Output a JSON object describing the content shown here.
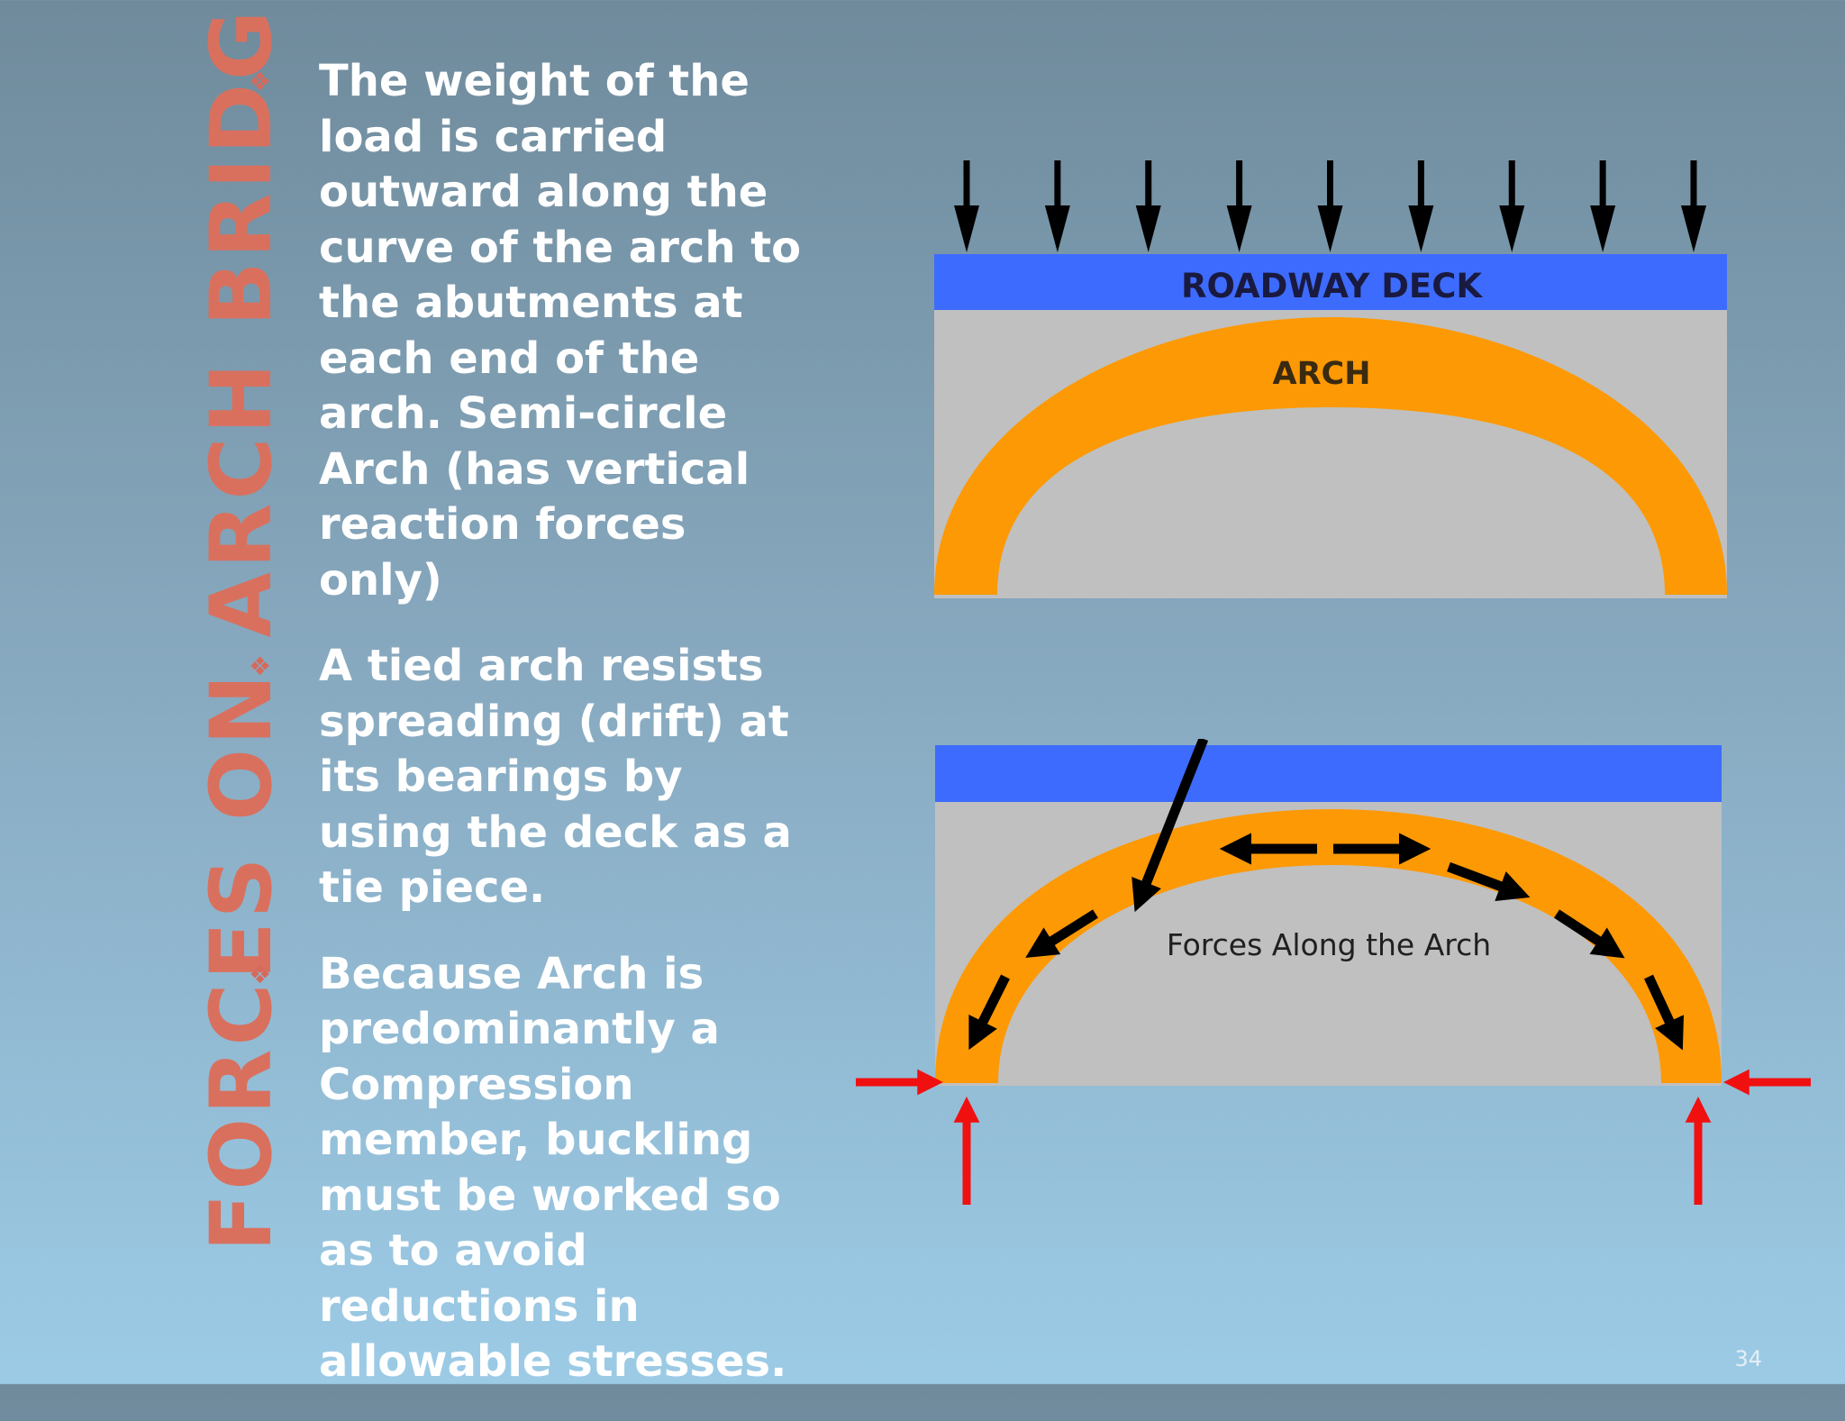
{
  "slide": {
    "title": "FORCES ON ARCH BRIDGE",
    "page_number": "34"
  },
  "bullets": [
    {
      "glyph": "❖",
      "text": "The weight of the load is carried outward along the curve of the arch to the abutments at each end of the arch. Semi-circle Arch (has vertical reaction forces only)"
    },
    {
      "glyph": "❖",
      "text": "A tied arch resists spreading (drift) at its bearings by using the deck as a tie piece."
    },
    {
      "glyph": "❖",
      "text": "Because Arch is predominantly a Compression member, buckling must be worked so as to avoid reductions in allowable stresses."
    }
  ],
  "diagram_top": {
    "deck_label": "ROADWAY DECK",
    "arch_label": "ARCH",
    "load_arrow_count": 9
  },
  "diagram_bottom": {
    "arch_caption": "Forces Along the Arch"
  },
  "colors": {
    "deck": "#3d6bfd",
    "arch": "#fd9904",
    "background_box": "#c0c0c0",
    "title": "#d9705e",
    "reaction_arrow": "#f01010",
    "load_arrow": "#000000"
  }
}
